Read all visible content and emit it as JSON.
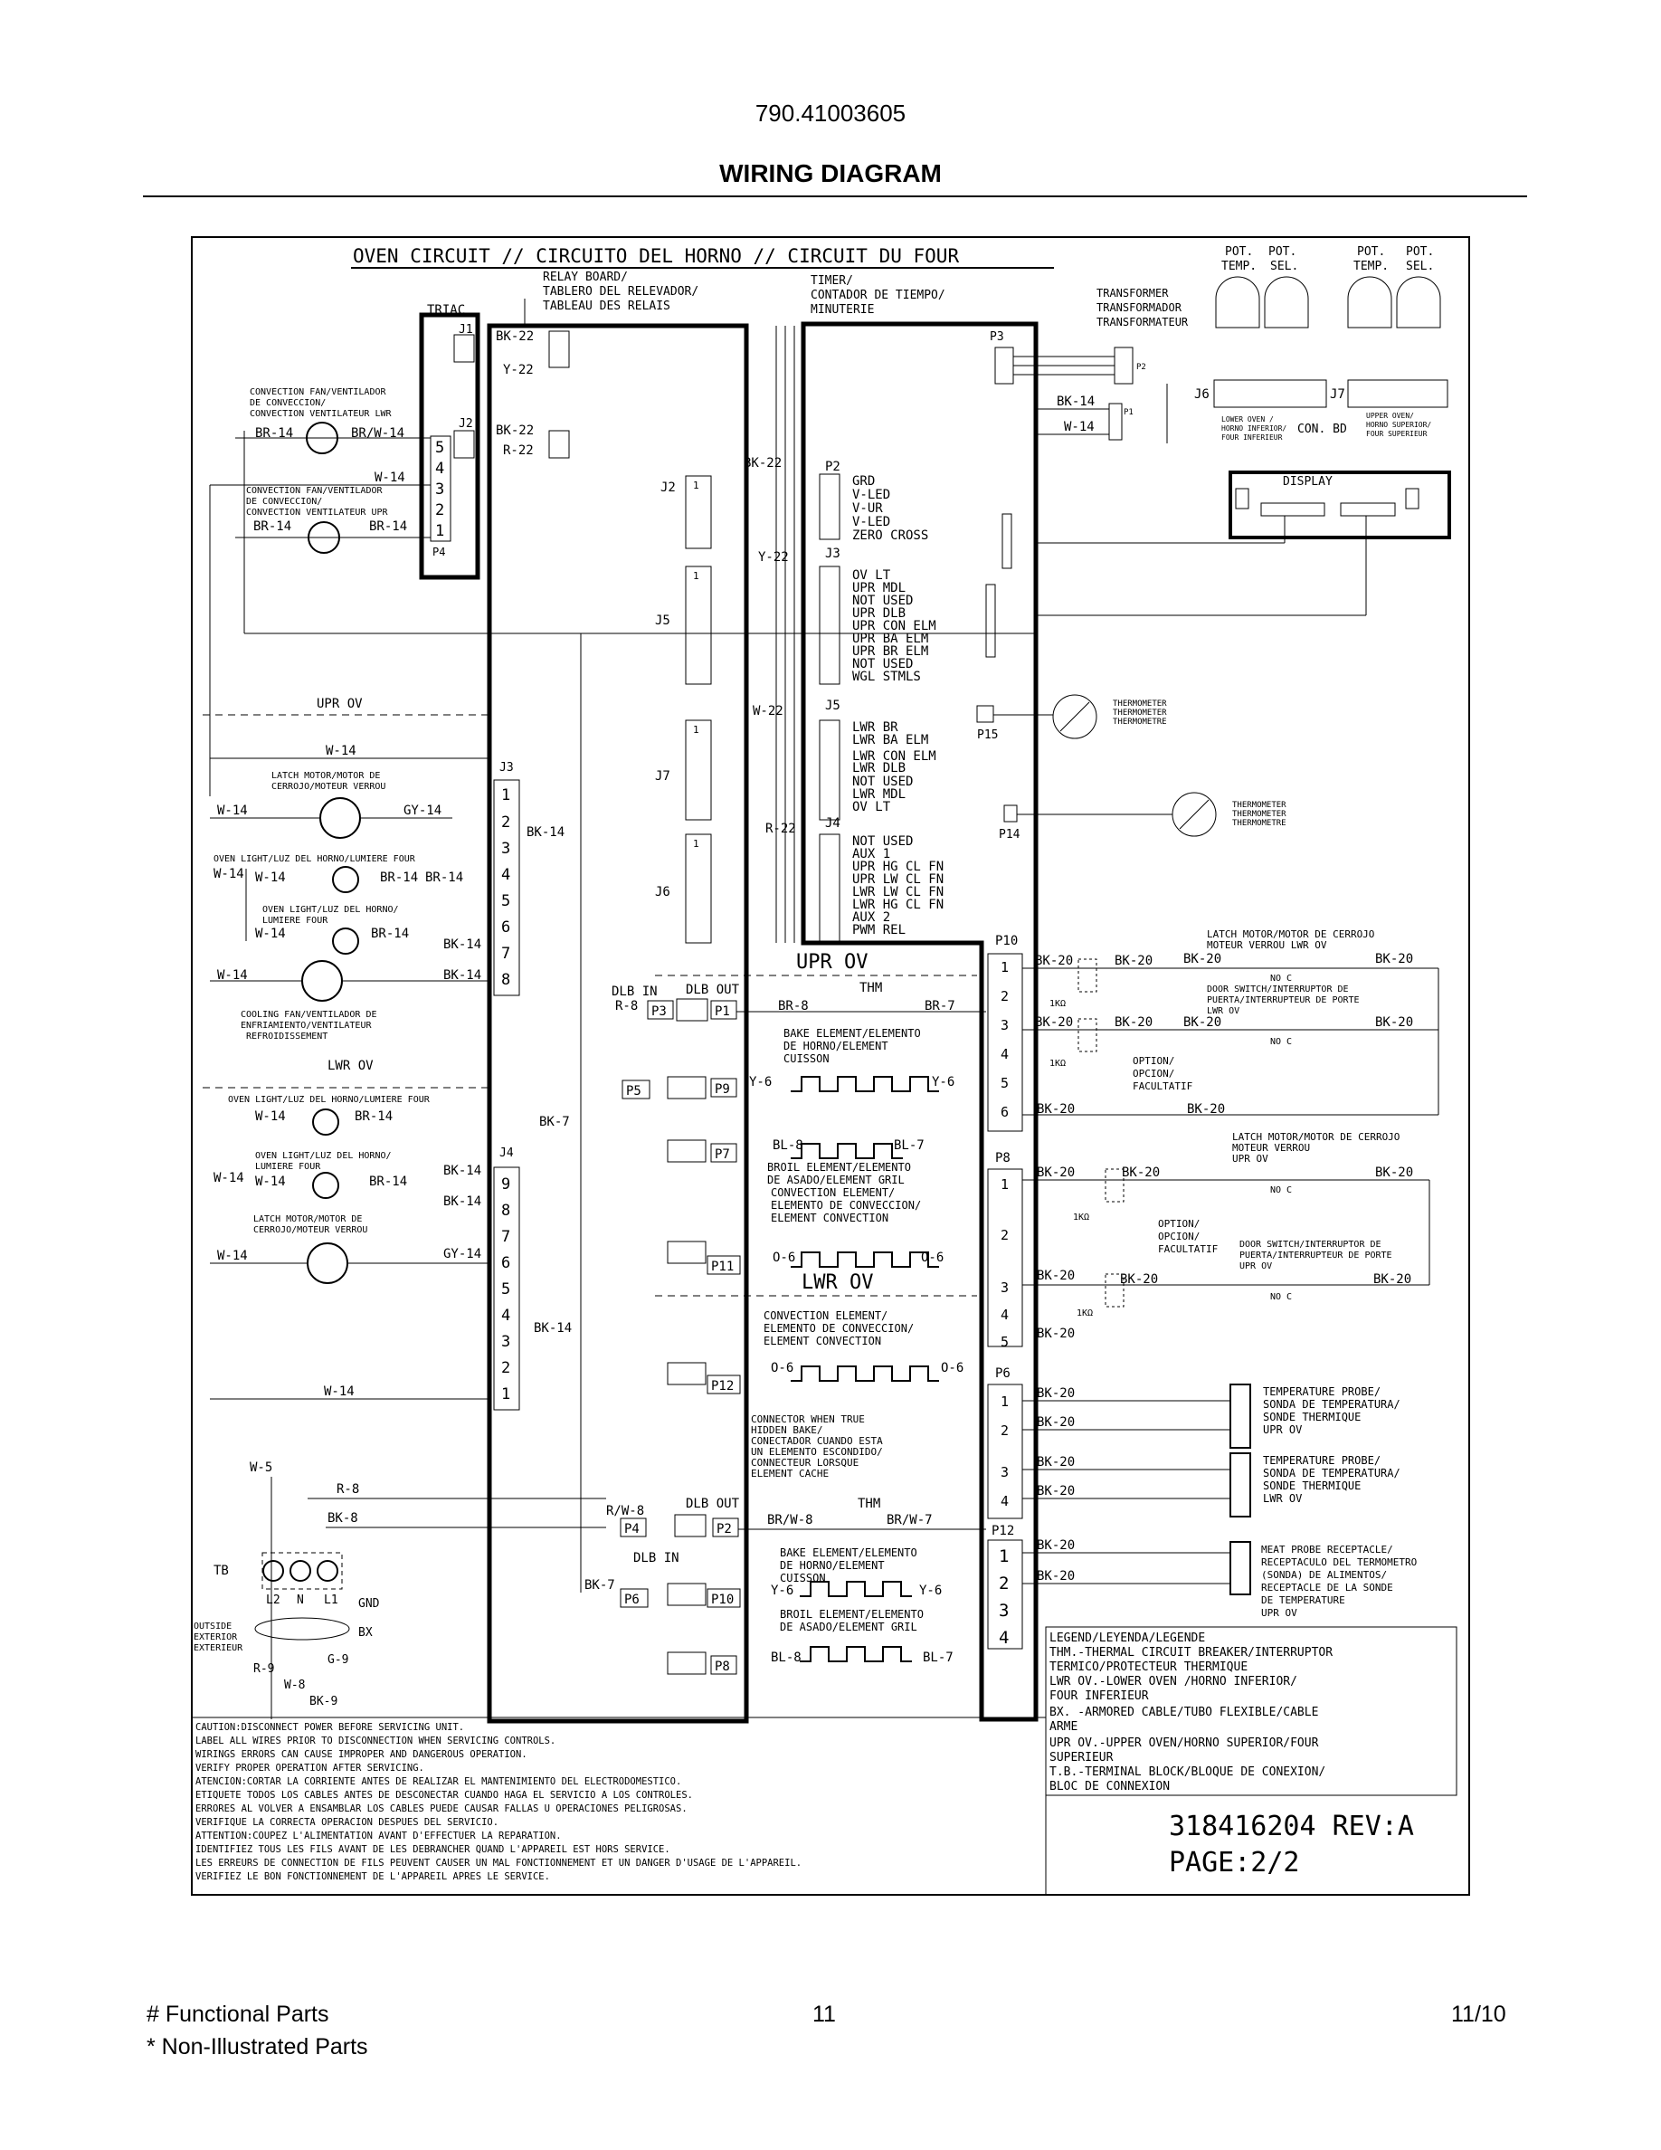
{
  "header": {
    "model": "790.41003605",
    "title": "WIRING DIAGRAM"
  },
  "diagram": {
    "main_title": "OVEN CIRCUIT // CIRCUITO DEL HORNO // CIRCUIT DU FOUR",
    "triac": "TRIAC",
    "relay_board": [
      "RELAY BOARD/",
      "TABLERO DEL RELEVADOR/",
      "TABLEAU  DES RELAIS"
    ],
    "timer": [
      "TIMER/",
      "CONTADOR DE TIEMPO/",
      "MINUTERIE"
    ],
    "transformer": [
      "TRANSFORMER",
      "TRANSFORMADOR",
      "TRANSFORMATEUR"
    ],
    "pots": [
      "POT.",
      "TEMP.",
      "POT.",
      "SEL."
    ],
    "con_bd": "CON. BD",
    "display": "DISPLAY",
    "lower_oven_note": [
      "LOWER OVEN /",
      "HORNO INFERIOR/",
      "FOUR INFERIEUR"
    ],
    "upper_oven_note": [
      "UPPER OVEN/",
      "HORNO SUPERIOR/",
      "FOUR SUPERIEUR"
    ],
    "p2_pins": [
      "GRD",
      "V-LED",
      "V-UR",
      "V-LED",
      "ZERO CROSS"
    ],
    "j3_pins": [
      "OV LT",
      "UPR MDL",
      "NOT USED",
      "UPR DLB",
      "UPR CON ELM",
      "UPR BA ELM",
      "UPR BR ELM",
      "NOT USED",
      "WGL STMLS"
    ],
    "j5_pins": [
      "LWR BR",
      "LWR BA ELM",
      "LWR CON ELM",
      "LWR DLB",
      "NOT USED",
      "LWR MDL",
      "OV LT"
    ],
    "j4_pins": [
      "NOT USED",
      "AUX 1",
      "UPR HG CL FN",
      "UPR LW CL FN",
      "LWR LW CL FN",
      "LWR HG CL FN",
      "AUX 2",
      "PWM REL"
    ],
    "thermometer": [
      "THERMOMETER",
      "THERMOMETER",
      "THERMOMETRE"
    ],
    "conv_fan_lwr": [
      "CONVECTION FAN/VENTILADOR",
      "DE CONVECCION/",
      "CONVECTION VENTILATEUR LWR"
    ],
    "conv_fan_upr": [
      "CONVECTION FAN/VENTILADOR",
      "DE CONVECCION/",
      "CONVECTION VENTILATEUR UPR"
    ],
    "upr_ov": "UPR OV",
    "lwr_ov": "LWR OV",
    "latch_motor": [
      "LATCH MOTOR/MOTOR DE",
      "CERROJO/MOTEUR VERROU"
    ],
    "oven_light_1": "OVEN LIGHT/LUZ DEL HORNO/LUMIERE FOUR",
    "oven_light_2": [
      "OVEN LIGHT/LUZ DEL HORNO/",
      "LUMIERE FOUR"
    ],
    "cooling_fan": [
      "COOLING FAN/VENTILADOR DE",
      "ENFRIAMIENTO/VENTILATEUR",
      "REFROIDISSEMENT"
    ],
    "oven_light_3": "OVEN LIGHT/LUZ DEL HORNO/LUMIERE FOUR",
    "oven_light_4": [
      "OVEN LIGHT/LUZ DEL HORNO/",
      "LUMIERE FOUR"
    ],
    "latch_motor_2": [
      "LATCH MOTOR/MOTOR DE",
      "CERROJO/MOTEUR VERROU"
    ],
    "upr_ov_big": "UPR OV",
    "lwr_ov_big": "LWR OV",
    "bake_element": [
      "BAKE ELEMENT/ELEMENTO",
      "DE HORNO/ELEMENT",
      "CUISSON"
    ],
    "broil_conv": [
      "BROIL ELEMENT/ELEMENTO",
      "DE ASADO/ELEMENT GRIL",
      "CONVECTION ELEMENT/",
      "ELEMENTO DE CONVECCION/",
      "ELEMENT CONVECTION"
    ],
    "conv_element": [
      "CONVECTION ELEMENT/",
      "ELEMENTO DE CONVECCION/",
      "ELEMENT CONVECTION"
    ],
    "connector_note": [
      "CONNECTOR WHEN TRUE",
      "HIDDEN BAKE/",
      "CONECTADOR CUANDO ESTA",
      "UN ELEMENTO ESCONDIDO/",
      "CONNECTEUR LORSQUE",
      "ELEMENT CACHE"
    ],
    "bake_element_2": [
      "BAKE ELEMENT/ELEMENTO",
      "DE HORNO/ELEMENT",
      "CUISSON"
    ],
    "broil_element_2": [
      "BROIL ELEMENT/ELEMENTO",
      "DE ASADO/ELEMENT GRIL"
    ],
    "latch_lwr": [
      "LATCH MOTOR/MOTOR DE CERROJO",
      "MOTEUR VERROU LWR OV"
    ],
    "door_switch_lwr": [
      "DOOR SWITCH/INTERRUPTOR DE",
      "PUERTA/INTERRUPTEUR DE PORTE",
      "LWR OV"
    ],
    "option": [
      "OPTION/",
      "OPCION/",
      "FACULTATIF"
    ],
    "latch_upr": [
      "LATCH MOTOR/MOTOR DE CERROJO",
      "MOTEUR VERROU",
      "UPR OV"
    ],
    "option_2": [
      "OPTION/",
      "OPCION/",
      "FACULTATIF"
    ],
    "door_switch_upr": [
      "DOOR SWITCH/INTERRUPTOR DE",
      "PUERTA/INTERRUPTEUR DE PORTE",
      "UPR OV"
    ],
    "probe_upr": [
      "TEMPERATURE PROBE/",
      "SONDA DE TEMPERATURA/",
      "SONDE THERMIQUE",
      "UPR OV"
    ],
    "probe_lwr": [
      "TEMPERATURE PROBE/",
      "SONDA DE TEMPERATURA/",
      "SONDE THERMIQUE",
      "LWR OV"
    ],
    "meat_probe": [
      "MEAT PROBE RECEPTACLE/",
      "RECEPTACULO DEL TERMOMETRO",
      "(SONDA) DE ALIMENTOS/",
      "RECEPTACLE DE LA SONDE",
      "DE TEMPERATURE",
      "UPR OV"
    ],
    "outside": [
      "OUTSIDE",
      "EXTERIOR",
      "EXTERIEUR"
    ],
    "legend": [
      "LEGEND/LEYENDA/LEGENDE",
      "THM.-THERMAL CIRCUIT BREAKER/INTERRUPTOR",
      "TERMICO/PROTECTEUR THERMIQUE",
      "LWR OV.-LOWER OVEN /HORNO INFERIOR/",
      "         FOUR INFERIEUR",
      "BX. -ARMORED CABLE/TUBO FLEXIBLE/CABLE",
      "ARME",
      "UPR OV.-UPPER OVEN/HORNO SUPERIOR/FOUR",
      "         SUPERIEUR",
      "T.B.-TERMINAL BLOCK/BLOQUE DE CONEXION/",
      "BLOC DE CONNEXION"
    ],
    "caution": [
      "CAUTION:DISCONNECT POWER BEFORE SERVICING UNIT.",
      "        LABEL ALL WIRES PRIOR TO DISCONNECTION WHEN SERVICING CONTROLS.",
      "        WIRINGS ERRORS CAN CAUSE IMPROPER AND DANGEROUS OPERATION.",
      "        VERIFY PROPER OPERATION AFTER SERVICING.",
      "ATENCION:CORTAR LA CORRIENTE ANTES DE REALIZAR EL MANTENIMIENTO DEL ELECTRODOMESTICO.",
      "        ETIQUETE TODOS LOS CABLES ANTES DE DESCONECTAR CUANDO HAGA EL SERVICIO A LOS CONTROLES.",
      "        ERRORES AL VOLVER A ENSAMBLAR LOS CABLES PUEDE CAUSAR FALLAS U OPERACIONES PELIGROSAS.",
      "        VERIFIQUE LA CORRECTA OPERACION DESPUES DEL SERVICIO.",
      "ATTENTION:COUPEZ L'ALIMENTATION AVANT D'EFFECTUER LA REPARATION.",
      "        IDENTIFIEZ TOUS LES FILS AVANT DE LES DEBRANCHER QUAND L'APPAREIL EST HORS SERVICE.",
      "        LES ERREURS DE CONNECTION DE FILS PEUVENT CAUSER UN MAL FONCTIONNEMENT ET UN DANGER D'USAGE DE L'APPAREIL.",
      "        VERIFIEZ LE BON FONCTIONNEMENT DE L'APPAREIL APRES LE SERVICE."
    ],
    "part_number": "318416204 REV:A",
    "page": "PAGE:2/2"
  },
  "footer": {
    "functional": "# Functional Parts",
    "non_illustrated": "* Non-Illustrated Parts",
    "page_number": "11",
    "date": "11/10"
  }
}
